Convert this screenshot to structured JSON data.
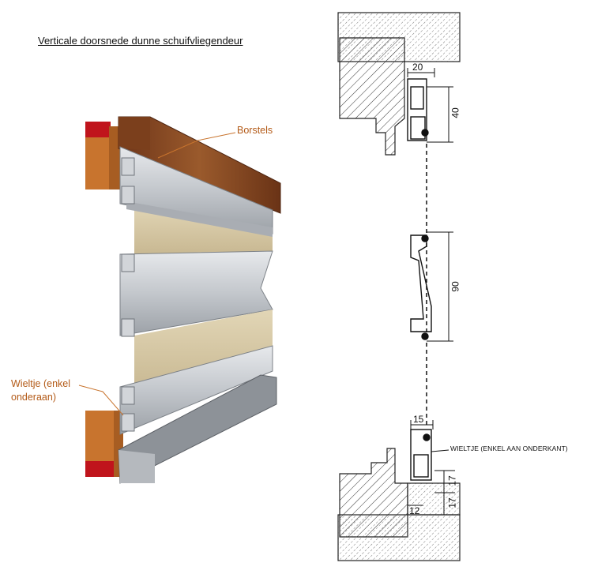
{
  "title": "Verticale doorsnede dunne schuifvliegendeur",
  "labels": {
    "brushes": "Borstels",
    "wheel_line1": "Wieltje (enkel",
    "wheel_line2": "onderaan)"
  },
  "dimensions": {
    "top_width": "20",
    "top_height": "40",
    "middle_height": "90",
    "bottom_width": "15",
    "bottom_gap": "12",
    "bottom_h1": "17",
    "bottom_h2": "17"
  },
  "note": "WIELTJE (ENKEL AAN ONDERKANT)",
  "colors": {
    "wood": "#8a4a23",
    "frame_orange": "#c8742e",
    "frame_red": "#c0141c",
    "aluminium": "#c9ccd0",
    "panel_beige": "#d6c8a6",
    "label_orange": "#b35a17"
  }
}
